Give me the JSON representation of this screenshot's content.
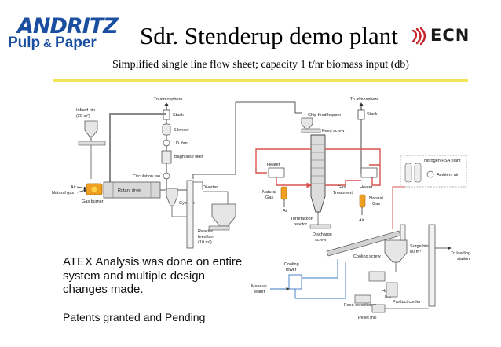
{
  "logo": {
    "company": "ANDRITZ",
    "division_left": "Pulp",
    "division_amp": "&",
    "division_right": "Paper",
    "partner": "ECN"
  },
  "title": "Sdr. Stenderup demo plant",
  "subtitle": "Simplified single line flow sheet; capacity 1 t/hr biomass input (db)",
  "colors": {
    "brand_blue": "#1a4fa0",
    "ecn_red": "#c8222a",
    "rule_yellow": "#f3e55a",
    "hot_gas_red": "#d9534f",
    "line_grey": "#555555",
    "water_blue": "#3a78c2",
    "burner_orange": "#f0a020"
  },
  "diagram": {
    "labels": {
      "to_atmosphere_1": "To atmosphere",
      "stack_1": "Stack",
      "infeed_bin_1": "Infeed bin",
      "infeed_bin_2": "(20 m³)",
      "silencer": "Silencer",
      "id_fan": "I.D. fan",
      "baghouse": "Baghouse filter",
      "circulation_fan": "Circulation fan",
      "air_1": "Air",
      "natural_gas_1": "Natural gas",
      "rotary_dryer": "Rotary dryer",
      "gas_burner": "Gas burner",
      "cyclone": "Cyclone",
      "diverter": "Diverter",
      "reactor_feed_bin_1": "Reactor",
      "reactor_feed_bin_2": "feed bin",
      "reactor_feed_bin_3": "(10 m³)",
      "to_atmosphere_2": "To atmosphere",
      "stack_2": "Stack",
      "chip_feed_hopper": "Chip feed hopper",
      "feed_screw": "Feed screw",
      "heater_1": "Heater",
      "heater_2": "Heater",
      "natural_gas_2": "Natural",
      "natural_gas_2b": "Gas",
      "natural_gas_3": "Natural",
      "natural_gas_3b": "Gas",
      "gas_treatment_1": "Gas",
      "gas_treatment_2": "Treatment",
      "torrefaction_1": "Torrefaction",
      "torrefaction_2": "reactor",
      "air_2": "Air",
      "air_3": "Air",
      "nitrogen_psa": "Nitrogen PSA plant",
      "ambient_air": "Ambient air",
      "discharge_1": "Discharge",
      "discharge_2": "screw",
      "cooling_screw": "Cooling screw",
      "surge_bin_1": "Surge bin",
      "surge_bin_2": "80 m³",
      "to_loading_1": "To loading",
      "to_loading_2": "station",
      "cooling_tower_1": "Cooling",
      "cooling_tower_2": "tower",
      "makeup_water_1": "Makeup",
      "makeup_water_2": "water",
      "hammer_mill_1": "Hammer",
      "hammer_mill_2": "mill",
      "product_cooler": "Product cooler",
      "feed_conditioner": "Feed conditioner",
      "pellet_mill": "Pellet mill"
    }
  },
  "notes": {
    "atex_line1": "ATEX Analysis was done on entire",
    "atex_line2": "system and multiple design",
    "atex_line3": "changes made.",
    "patents": "Patents granted and Pending"
  }
}
